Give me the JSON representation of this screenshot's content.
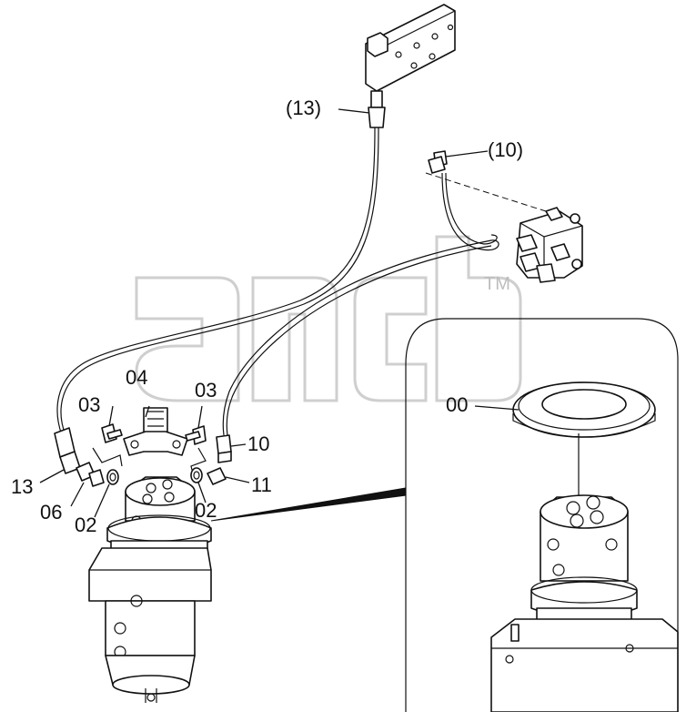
{
  "labels": {
    "p13_paren": "(13)",
    "p10_paren": "(10)",
    "p04": "04",
    "p03_left": "03",
    "p03_right": "03",
    "p10": "10",
    "p13": "13",
    "p06": "06",
    "p02_left": "02",
    "p02_right": "02",
    "p11": "11",
    "p00": "00"
  },
  "watermark": {
    "trademark": "TM"
  }
}
